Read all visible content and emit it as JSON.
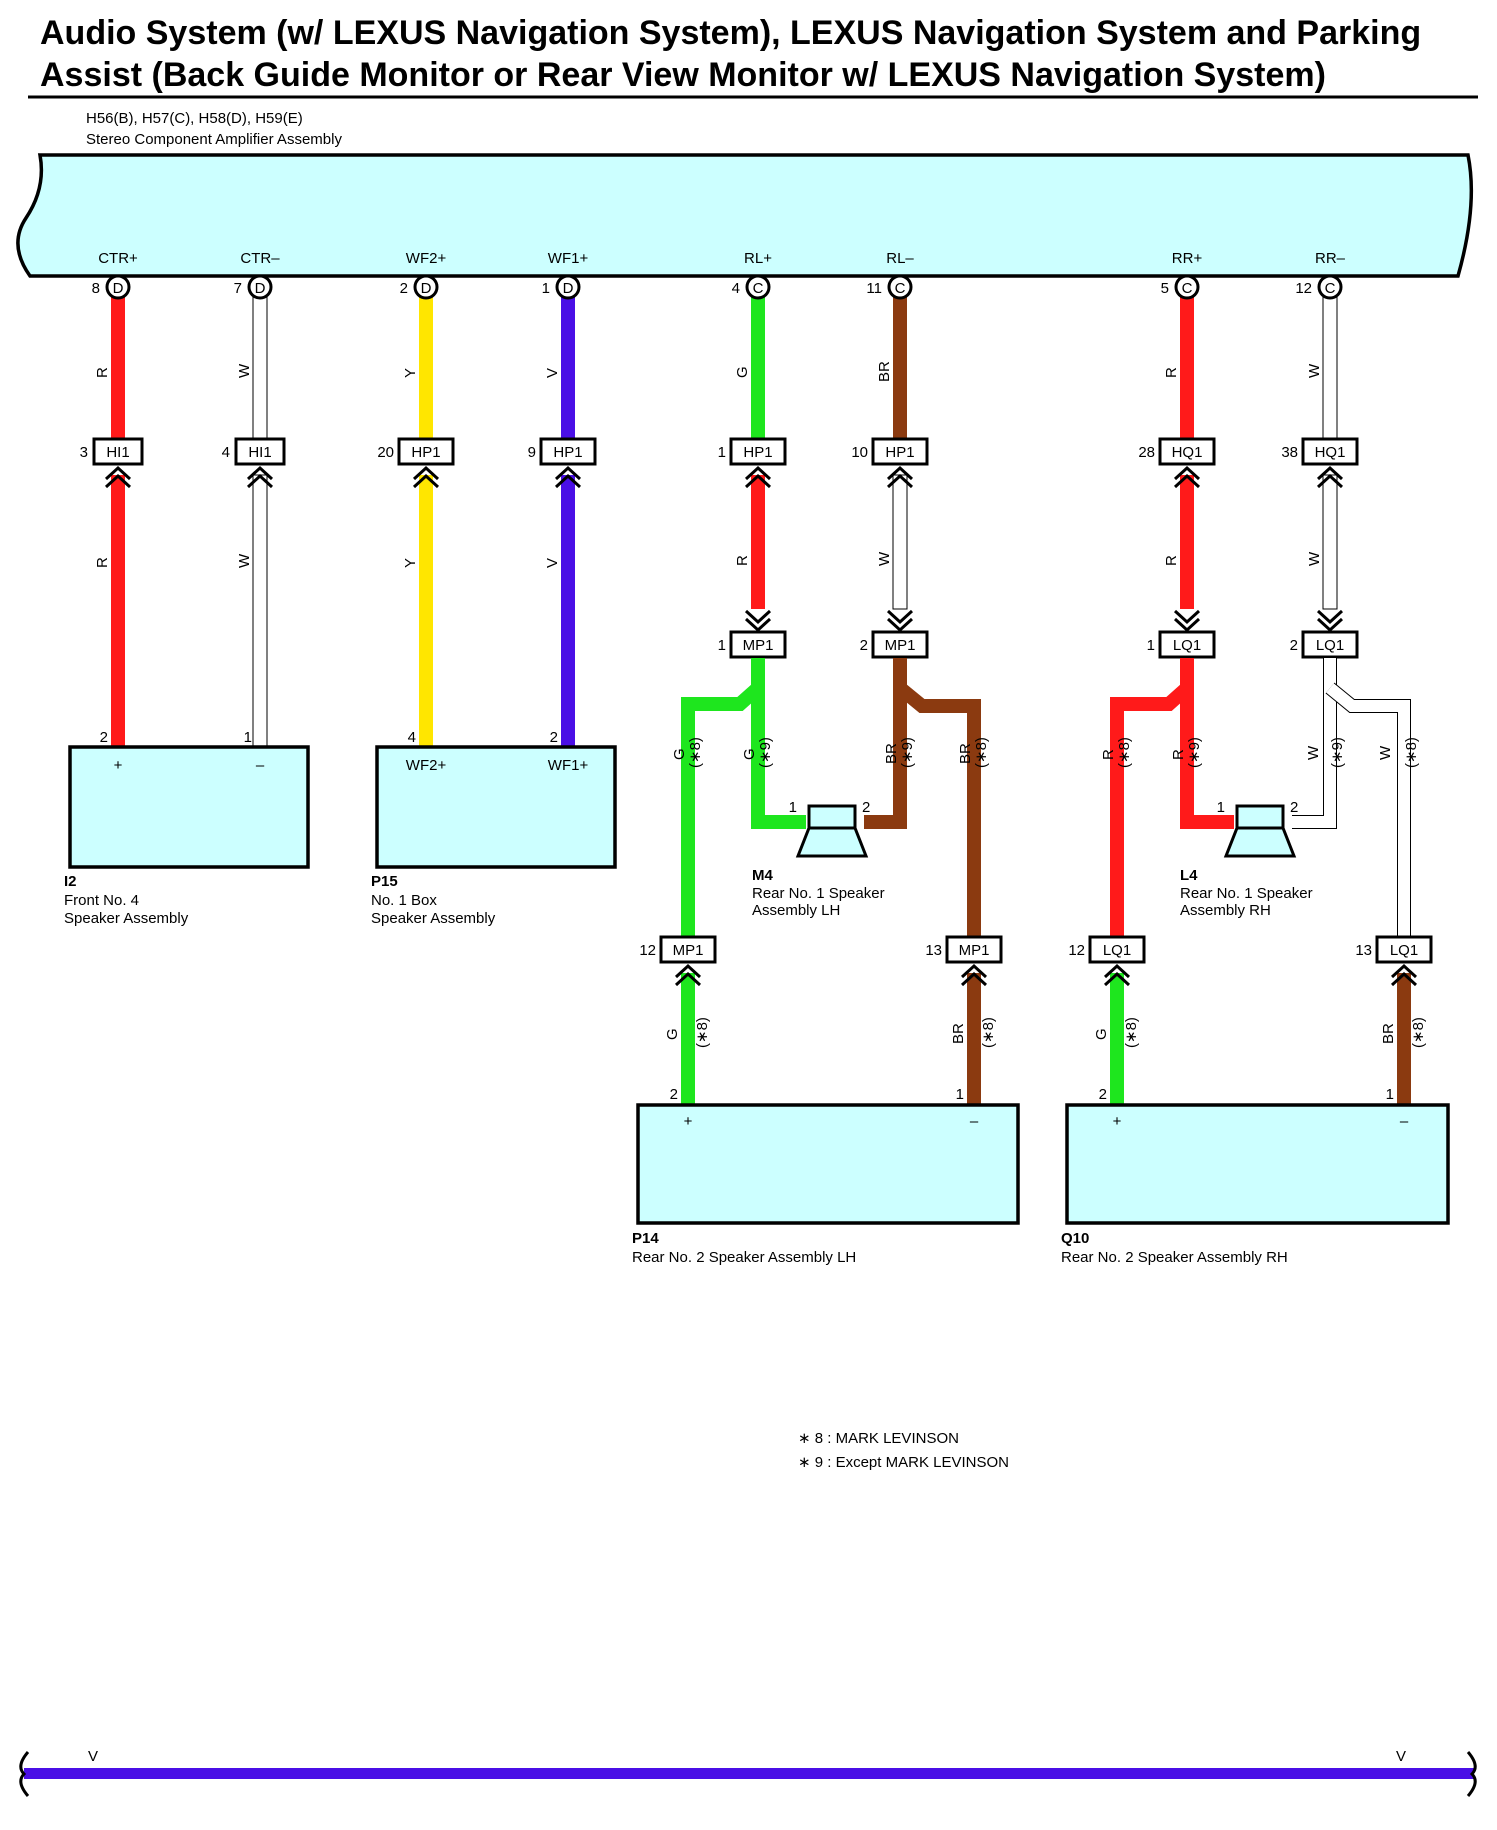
{
  "title": {
    "line1": "Audio System (w/ LEXUS Navigation System), LEXUS Navigation System and Parking",
    "line2": "Assist (Back Guide Monitor or Rear View Monitor w/ LEXUS Navigation System)"
  },
  "amplifier": {
    "connectors": "H56(B), H57(C), H58(D), H59(E)",
    "name": "Stereo Component Amplifier Assembly",
    "terminals": [
      {
        "label": "CTR+",
        "pin": "8",
        "conn": "D"
      },
      {
        "label": "CTR–",
        "pin": "7",
        "conn": "D"
      },
      {
        "label": "WF2+",
        "pin": "2",
        "conn": "D"
      },
      {
        "label": "WF1+",
        "pin": "1",
        "conn": "D"
      },
      {
        "label": "RL+",
        "pin": "4",
        "conn": "C"
      },
      {
        "label": "RL–",
        "pin": "11",
        "conn": "C"
      },
      {
        "label": "RR+",
        "pin": "5",
        "conn": "C"
      },
      {
        "label": "RR–",
        "pin": "12",
        "conn": "C"
      }
    ]
  },
  "junctions": {
    "row1": [
      {
        "pin": "3",
        "name": "HI1"
      },
      {
        "pin": "4",
        "name": "HI1"
      },
      {
        "pin": "20",
        "name": "HP1"
      },
      {
        "pin": "9",
        "name": "HP1"
      },
      {
        "pin": "1",
        "name": "HP1"
      },
      {
        "pin": "10",
        "name": "HP1"
      },
      {
        "pin": "28",
        "name": "HQ1"
      },
      {
        "pin": "38",
        "name": "HQ1"
      }
    ],
    "row2": [
      {
        "pin": "1",
        "name": "MP1"
      },
      {
        "pin": "2",
        "name": "MP1"
      },
      {
        "pin": "1",
        "name": "LQ1"
      },
      {
        "pin": "2",
        "name": "LQ1"
      }
    ],
    "row3": [
      {
        "pin": "12",
        "name": "MP1"
      },
      {
        "pin": "13",
        "name": "MP1"
      },
      {
        "pin": "12",
        "name": "LQ1"
      },
      {
        "pin": "13",
        "name": "LQ1"
      }
    ]
  },
  "wires": {
    "upper": [
      "R",
      "W",
      "Y",
      "V",
      "G",
      "BR",
      "R",
      "W"
    ],
    "middle": [
      "R",
      "W",
      "Y",
      "V",
      "R",
      "W",
      "R",
      "W"
    ],
    "branches": [
      {
        "color": "G",
        "note": "(∗8)"
      },
      {
        "color": "G",
        "note": "(∗9)"
      },
      {
        "color": "BR",
        "note": "(∗9)"
      },
      {
        "color": "BR",
        "note": "(∗8)"
      },
      {
        "color": "R",
        "note": "(∗8)"
      },
      {
        "color": "R",
        "note": "(∗9)"
      },
      {
        "color": "W",
        "note": "(∗9)"
      },
      {
        "color": "W",
        "note": "(∗8)"
      }
    ],
    "lower": [
      {
        "color": "G",
        "note": "(∗8)"
      },
      {
        "color": "BR",
        "note": "(∗8)"
      },
      {
        "color": "G",
        "note": "(∗8)"
      },
      {
        "color": "BR",
        "note": "(∗8)"
      }
    ],
    "colors": {
      "R": "#ff1a1a",
      "W": "#ffffff",
      "Y": "#ffe600",
      "V": "#4a0fe6",
      "G": "#1ee61e",
      "BR": "#8b3a10"
    }
  },
  "components": {
    "i2": {
      "code": "I2",
      "line1": "Front No.  4",
      "line2": "Speaker Assembly",
      "pins": [
        "2",
        "1"
      ],
      "terms": [
        "+",
        "–"
      ]
    },
    "p15": {
      "code": "P15",
      "line1": "No.  1 Box",
      "line2": "Speaker Assembly",
      "pins": [
        "4",
        "2"
      ],
      "terms": [
        "WF2+",
        "WF1+"
      ]
    },
    "m4": {
      "code": "M4",
      "line1": "Rear No.  1 Speaker",
      "line2": "Assembly LH",
      "pins": [
        "1",
        "2"
      ]
    },
    "l4": {
      "code": "L4",
      "line1": "Rear No.  1 Speaker",
      "line2": "Assembly RH",
      "pins": [
        "1",
        "2"
      ]
    },
    "p14": {
      "code": "P14",
      "line1": "Rear No.  2 Speaker Assembly LH",
      "pins": [
        "2",
        "1"
      ],
      "terms": [
        "+",
        "–"
      ]
    },
    "q10": {
      "code": "Q10",
      "line1": "Rear No.  2 Speaker Assembly RH",
      "pins": [
        "2",
        "1"
      ],
      "terms": [
        "+",
        "–"
      ]
    }
  },
  "notes": [
    "∗ 8 : MARK LEVINSON",
    "∗ 9 : Except MARK LEVINSON"
  ],
  "bottom_bus": {
    "left": "V",
    "right": "V"
  }
}
